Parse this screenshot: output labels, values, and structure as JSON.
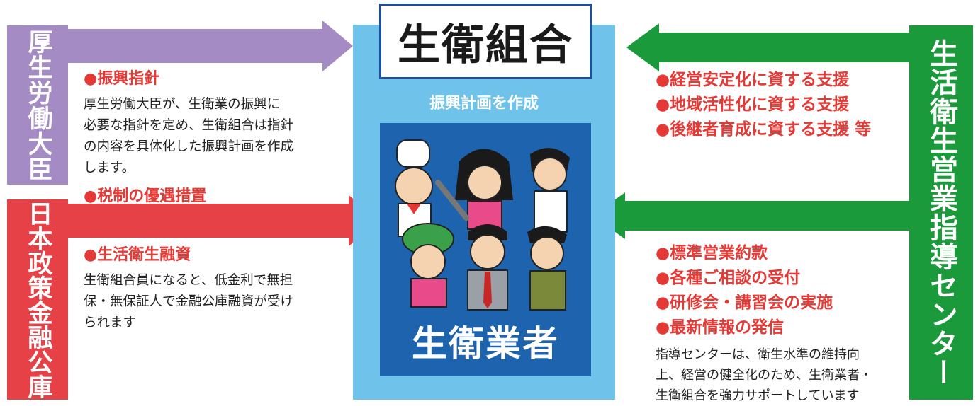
{
  "left_top": {
    "box_label": "厚生労働大臣",
    "heading1": "●振興指針",
    "body1_lines": [
      "厚生労働大臣が、生衛業の振興に",
      "必要な指針を定め、生衛組合は指針",
      "の内容を具体化した振興計画を作成",
      "します。"
    ],
    "heading2": "●税制の優遇措置"
  },
  "left_bottom": {
    "box_label": "日本政策金融公庫",
    "heading": "●生活衛生融資",
    "body_lines": [
      "生衛組合員になると、低金利で無担",
      "保・無保証人で金融公庫融資が受け",
      "られます"
    ]
  },
  "center": {
    "union_title": "生衛組合",
    "plan_label": "振興計画を作成",
    "business_label": "生衛業者"
  },
  "right_top": {
    "items": [
      "●経営安定化に資する支援",
      "●地域活性化に資する支援",
      "●後継者育成に資する支援 等"
    ]
  },
  "right_bottom": {
    "box_label": "生活衛生営業指導センター",
    "items": [
      "●標準営業約款",
      "●各種ご相談の受付",
      "●研修会・講習会の実施",
      "●最新情報の発信"
    ],
    "body_lines": [
      "指導センターは、衛生水準の維持向",
      "上、経営の健全化のため、生衛業者・",
      "生衛組合を強力サポートしています"
    ]
  },
  "colors": {
    "purple": "#a58bc3",
    "red": "#e64146",
    "green": "#1a9a3a",
    "light_blue": "#6fc3ea",
    "dark_blue": "#1e63ad",
    "heading_red": "#e53935"
  },
  "icons": [
    "people-illustration"
  ]
}
